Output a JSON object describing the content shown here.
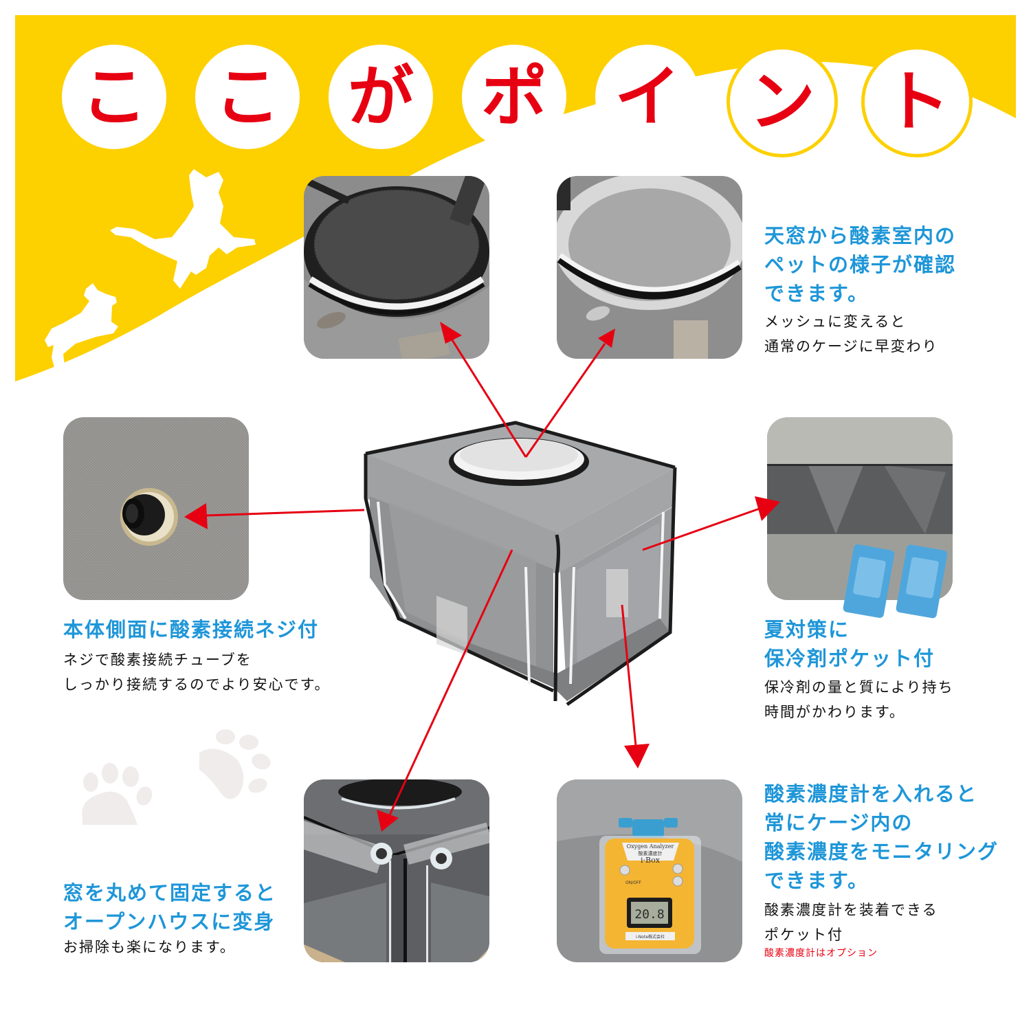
{
  "banner": {
    "background_color": "#fdd000",
    "title_chars": [
      "こ",
      "こ",
      "が",
      "ポ",
      "イ",
      "ン",
      "ト"
    ],
    "title_color": "#e60012",
    "decorations": [
      "cat-silhouette-large",
      "cat-silhouette-small"
    ]
  },
  "colors": {
    "heading": "#1e96d8",
    "body": "#111111",
    "arrow": "#e60012",
    "paw": "#efeceb"
  },
  "features": {
    "skylight": {
      "heading_lines": [
        "天窓から酸素室内の",
        "ペットの様子が確認",
        "できます。"
      ],
      "body_lines": [
        "メッシュに変えると",
        "通常のケージに早変わり"
      ],
      "photos": [
        "mesh-skylight-photo",
        "clear-skylight-photo"
      ]
    },
    "oxygen_port": {
      "heading_lines": [
        "本体側面に酸素接続ネジ付"
      ],
      "body_lines": [
        "ネジで酸素接続チューブを",
        "しっかり接続するのでより安心です。"
      ],
      "photo": "oxygen-connector-photo"
    },
    "cooling_pocket": {
      "heading_lines": [
        "夏対策に",
        "保冷剤ポケット付"
      ],
      "body_lines": [
        "保冷剤の量と質により持ち",
        "時間がかわります。"
      ],
      "photo": "cooling-pack-pocket-photo"
    },
    "open_house": {
      "heading_lines": [
        "窓を丸めて固定すると",
        "オープンハウスに変身"
      ],
      "body_lines": [
        "お掃除も楽になります。"
      ],
      "photo": "rolled-window-photo"
    },
    "oxygen_meter": {
      "heading_lines": [
        "酸素濃度計を入れると",
        "常にケージ内の",
        "酸素濃度をモニタリング",
        "できます。"
      ],
      "body_lines": [
        "酸素濃度計を装着できる",
        "ポケット付"
      ],
      "note": "酸素濃度計はオプション",
      "photo": "oxygen-meter-photo",
      "device": {
        "label_en": "Oxygen Analyzer",
        "label_jp": "酸素濃度計",
        "model": "i·Box",
        "reading": "20.8",
        "key_label": "ON/OFF",
        "maker": "i-Note株式会社"
      }
    }
  },
  "center_product": "pet-oxygen-cage"
}
